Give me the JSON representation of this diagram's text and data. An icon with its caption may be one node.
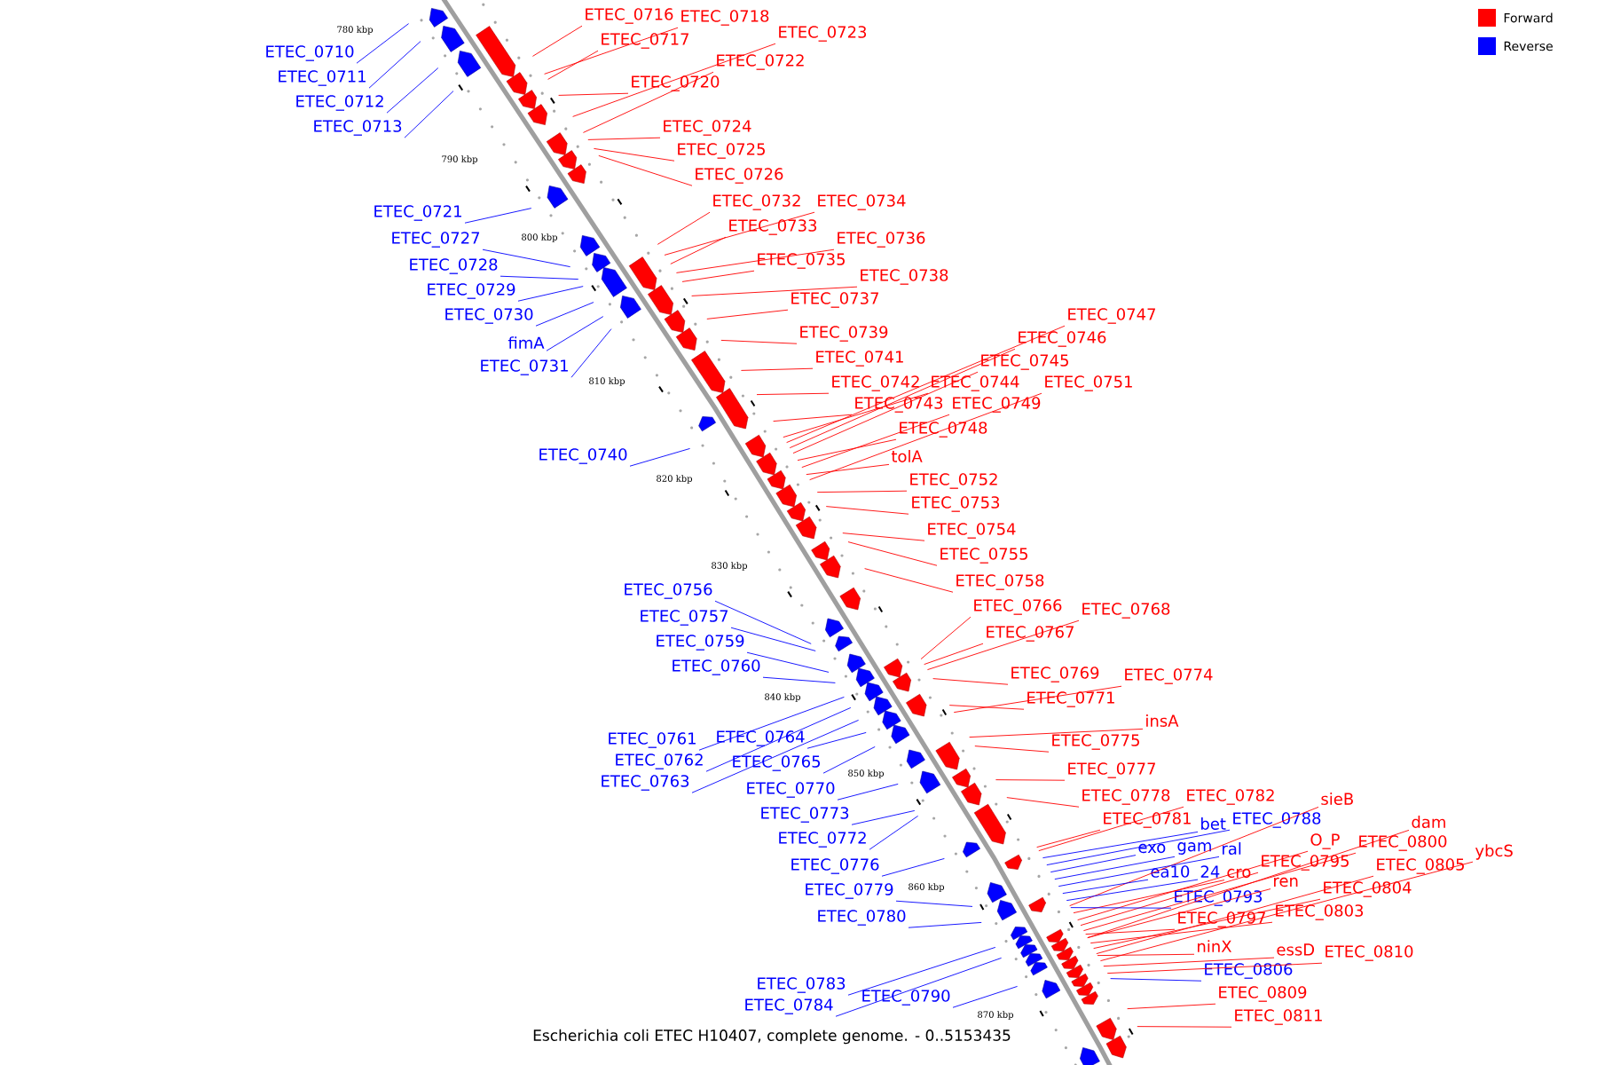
{
  "diagram": {
    "caption": "Escherichia coli ETEC H10407, complete genome. - 0..5153435",
    "nodes": [
      {
        "text": [
          "ETEC_0710"
        ]
      },
      {
        "text": [
          "ETEC_0711"
        ]
      },
      {
        "text": [
          "ETEC_0712"
        ]
      },
      {
        "text": [
          "ETEC_0713"
        ]
      },
      {
        "text": [
          "ETEC_0716"
        ]
      },
      {
        "text": [
          "ETEC_0718"
        ]
      },
      {
        "text": [
          "ETEC_0717"
        ]
      },
      {
        "text": [
          "ETEC_0723"
        ]
      },
      {
        "text": [
          "ETEC_0722"
        ]
      },
      {
        "text": [
          "ETEC_0720"
        ]
      },
      {
        "text": [
          "ETEC_0724"
        ]
      },
      {
        "text": [
          "ETEC_0725"
        ]
      },
      {
        "text": [
          "ETEC_0726"
        ]
      },
      {
        "text": [
          "ETEC_0721"
        ]
      },
      {
        "text": [
          "ETEC_0732"
        ]
      },
      {
        "text": [
          "ETEC_0734"
        ]
      },
      {
        "text": [
          "ETEC_0733"
        ]
      },
      {
        "text": [
          "ETEC_0736"
        ]
      },
      {
        "text": [
          "ETEC_0727"
        ]
      },
      {
        "text": [
          "ETEC_0735"
        ]
      },
      {
        "text": [
          "ETEC_0728"
        ]
      },
      {
        "text": [
          "ETEC_0738"
        ]
      },
      {
        "text": [
          "ETEC_0729"
        ]
      },
      {
        "text": [
          "ETEC_0737"
        ]
      },
      {
        "text": [
          "ETEC_0730"
        ]
      },
      {
        "text": [
          "ETEC_0747"
        ]
      },
      {
        "text": [
          "ETEC_0739"
        ]
      },
      {
        "text": [
          "ETEC_0746"
        ]
      },
      {
        "text": [
          "fimA"
        ]
      },
      {
        "text": [
          "ETEC_0741"
        ]
      },
      {
        "text": [
          "ETEC_0745"
        ]
      },
      {
        "text": [
          "ETEC_0731"
        ]
      },
      {
        "text": [
          "ETEC_0742"
        ]
      },
      {
        "text": [
          "ETEC_0744"
        ]
      },
      {
        "text": [
          "ETEC_0751"
        ]
      },
      {
        "text": [
          "ETEC_0743"
        ]
      },
      {
        "text": [
          "ETEC_0749"
        ]
      },
      {
        "text": [
          "ETEC_0748"
        ]
      },
      {
        "text": [
          "tolA"
        ]
      },
      {
        "text": [
          "ETEC_0740"
        ]
      },
      {
        "text": [
          "ETEC_0752"
        ]
      },
      {
        "text": [
          "ETEC_0753"
        ]
      },
      {
        "text": [
          "ETEC_0754"
        ]
      },
      {
        "text": [
          "ETEC_0755"
        ]
      },
      {
        "text": [
          "ETEC_0758"
        ]
      },
      {
        "text": [
          "ETEC_0756"
        ]
      },
      {
        "text": [
          "ETEC_0766"
        ]
      },
      {
        "text": [
          "ETEC_0768"
        ]
      },
      {
        "text": [
          "ETEC_0757"
        ]
      },
      {
        "text": [
          "ETEC_0767"
        ]
      },
      {
        "text": [
          "ETEC_0759"
        ]
      },
      {
        "text": [
          "ETEC_0760"
        ]
      },
      {
        "text": [
          "ETEC_0769"
        ]
      },
      {
        "text": [
          "ETEC_0774"
        ]
      },
      {
        "text": [
          "ETEC_0771"
        ]
      },
      {
        "text": [
          "insA"
        ]
      },
      {
        "text": [
          "ETEC_0761"
        ]
      },
      {
        "text": [
          "ETEC_0764"
        ]
      },
      {
        "text": [
          "ETEC_0775"
        ]
      },
      {
        "text": [
          "ETEC_0762"
        ]
      },
      {
        "text": [
          "ETEC_0765"
        ]
      },
      {
        "text": [
          "ETEC_0777"
        ]
      },
      {
        "text": [
          "ETEC_0763"
        ]
      },
      {
        "text": [
          "ETEC_0770"
        ]
      },
      {
        "text": [
          "ETEC_0778"
        ]
      },
      {
        "text": [
          "ETEC_0782"
        ]
      },
      {
        "text": [
          "sieB"
        ]
      },
      {
        "text": [
          "ETEC_0773"
        ]
      },
      {
        "text": [
          "bet"
        ]
      },
      {
        "text": [
          "ETEC_0788"
        ]
      },
      {
        "text": [
          "ETEC_0781"
        ]
      },
      {
        "text": [
          "dam"
        ]
      },
      {
        "text": [
          "ETEC_0772"
        ]
      },
      {
        "text": [
          "O_P"
        ]
      },
      {
        "text": [
          "ETEC_0800"
        ]
      },
      {
        "text": [
          "exo"
        ]
      },
      {
        "text": [
          "gam"
        ]
      },
      {
        "text": [
          "ral"
        ]
      },
      {
        "text": [
          "ybcS"
        ]
      },
      {
        "text": [
          "ETEC_0795"
        ]
      },
      {
        "text": [
          "ETEC_0776"
        ]
      },
      {
        "text": [
          "ETEC_0805"
        ]
      },
      {
        "text": [
          "ea10"
        ]
      },
      {
        "text": [
          "24"
        ]
      },
      {
        "text": [
          "cro"
        ]
      },
      {
        "text": [
          "ren"
        ]
      },
      {
        "text": [
          "ETEC_0804"
        ]
      },
      {
        "text": [
          "ETEC_0779"
        ]
      },
      {
        "text": [
          "ETEC_0793"
        ]
      },
      {
        "text": [
          "ETEC_0803"
        ]
      },
      {
        "text": [
          "ETEC_0780"
        ]
      },
      {
        "text": [
          "ETEC_0797"
        ]
      },
      {
        "text": [
          "ninX"
        ]
      },
      {
        "text": [
          "essD"
        ]
      },
      {
        "text": [
          "ETEC_0810"
        ]
      },
      {
        "text": [
          "ETEC_0806"
        ]
      },
      {
        "text": [
          "ETEC_0783"
        ]
      },
      {
        "text": [
          "ETEC_0809"
        ]
      },
      {
        "text": [
          "ETEC_0790"
        ]
      },
      {
        "text": [
          "ETEC_0784"
        ]
      },
      {
        "text": [
          "ETEC_0811"
        ]
      }
    ],
    "edges": [
      {
        "from": 0,
        "to": null,
        "arrow": "none",
        "color": "#0000ff"
      },
      {
        "from": 1,
        "to": null,
        "arrow": "none",
        "color": "#0000ff"
      },
      {
        "from": 2,
        "to": null,
        "arrow": "none",
        "color": "#0000ff"
      },
      {
        "from": 3,
        "to": null,
        "arrow": "none",
        "color": "#0000ff"
      },
      {
        "from": 4,
        "to": null,
        "arrow": "none"
      },
      {
        "from": 5,
        "to": null,
        "arrow": "none"
      },
      {
        "from": 6,
        "to": null,
        "arrow": "none"
      },
      {
        "from": 7,
        "to": null,
        "arrow": "none"
      },
      {
        "from": 8,
        "to": null,
        "arrow": "none"
      },
      {
        "from": 9,
        "to": null,
        "arrow": "none"
      },
      {
        "from": 10,
        "to": null,
        "arrow": "none"
      },
      {
        "from": 11,
        "to": null,
        "arrow": "none"
      },
      {
        "from": 12,
        "to": null,
        "arrow": "none"
      },
      {
        "from": 13,
        "to": null,
        "arrow": "none",
        "color": "#0000ff"
      },
      {
        "from": 14,
        "to": null,
        "arrow": "none"
      },
      {
        "from": 15,
        "to": null,
        "arrow": "none"
      },
      {
        "from": 16,
        "to": null,
        "arrow": "none"
      },
      {
        "from": 17,
        "to": null,
        "arrow": "none"
      },
      {
        "from": 18,
        "to": null,
        "arrow": "none",
        "color": "#0000ff"
      },
      {
        "from": 19,
        "to": null,
        "arrow": "none"
      },
      {
        "from": 20,
        "to": null,
        "arrow": "none",
        "color": "#0000ff"
      },
      {
        "from": 21,
        "to": null,
        "arrow": "none"
      },
      {
        "from": 22,
        "to": null,
        "arrow": "none",
        "color": "#0000ff"
      },
      {
        "from": 23,
        "to": null,
        "arrow": "none"
      },
      {
        "from": 24,
        "to": null,
        "arrow": "none",
        "color": "#0000ff"
      },
      {
        "from": 25,
        "to": null,
        "arrow": "none"
      },
      {
        "from": 26,
        "to": null,
        "arrow": "none"
      },
      {
        "from": 27,
        "to": null,
        "arrow": "none"
      },
      {
        "from": 28,
        "to": null,
        "arrow": "none",
        "color": "#0000ff"
      },
      {
        "from": 29,
        "to": null,
        "arrow": "none"
      },
      {
        "from": 30,
        "to": null,
        "arrow": "none"
      },
      {
        "from": 31,
        "to": null,
        "arrow": "none",
        "color": "#0000ff"
      },
      {
        "from": 32,
        "to": null,
        "arrow": "none"
      },
      {
        "from": 33,
        "to": null,
        "arrow": "none"
      },
      {
        "from": 34,
        "to": null,
        "arrow": "none"
      },
      {
        "from": 35,
        "to": null,
        "arrow": "none"
      },
      {
        "from": 36,
        "to": null,
        "arrow": "none"
      },
      {
        "from": 37,
        "to": null,
        "arrow": "none"
      },
      {
        "from": 38,
        "to": null,
        "arrow": "none"
      },
      {
        "from": 39,
        "to": null,
        "arrow": "none",
        "color": "#0000ff"
      },
      {
        "from": 40,
        "to": null,
        "arrow": "none"
      },
      {
        "from": 41,
        "to": null,
        "arrow": "none"
      },
      {
        "from": 42,
        "to": null,
        "arrow": "none"
      },
      {
        "from": 43,
        "to": null,
        "arrow": "none"
      },
      {
        "from": 44,
        "to": null,
        "arrow": "none"
      },
      {
        "from": 45,
        "to": null,
        "arrow": "none",
        "color": "#0000ff"
      },
      {
        "from": 46,
        "to": null,
        "arrow": "none"
      },
      {
        "from": 47,
        "to": null,
        "arrow": "none"
      },
      {
        "from": 48,
        "to": null,
        "arrow": "none",
        "color": "#0000ff"
      },
      {
        "from": 49,
        "to": null,
        "arrow": "none"
      },
      {
        "from": 50,
        "to": null,
        "arrow": "none",
        "color": "#0000ff"
      },
      {
        "from": 51,
        "to": null,
        "arrow": "none",
        "color": "#0000ff"
      },
      {
        "from": 52,
        "to": null,
        "arrow": "none"
      },
      {
        "from": 53,
        "to": null,
        "arrow": "none"
      },
      {
        "from": 54,
        "to": null,
        "arrow": "none"
      },
      {
        "from": 55,
        "to": null,
        "arrow": "none"
      },
      {
        "from": 56,
        "to": null,
        "arrow": "none",
        "color": "#0000ff"
      },
      {
        "from": 57,
        "to": null,
        "arrow": "none",
        "color": "#0000ff"
      },
      {
        "from": 58,
        "to": null,
        "arrow": "none"
      },
      {
        "from": 59,
        "to": null,
        "arrow": "none",
        "color": "#0000ff"
      },
      {
        "from": 60,
        "to": null,
        "arrow": "none",
        "color": "#0000ff"
      },
      {
        "from": 61,
        "to": null,
        "arrow": "none"
      },
      {
        "from": 62,
        "to": null,
        "arrow": "none",
        "color": "#0000ff"
      },
      {
        "from": 63,
        "to": null,
        "arrow": "none",
        "color": "#0000ff"
      },
      {
        "from": 64,
        "to": null,
        "arrow": "none"
      },
      {
        "from": 65,
        "to": null,
        "arrow": "none"
      },
      {
        "from": 66,
        "to": null,
        "arrow": "none"
      },
      {
        "from": 67,
        "to": null,
        "arrow": "none",
        "color": "#0000ff"
      },
      {
        "from": 68,
        "to": null,
        "arrow": "none",
        "color": "#0000ff"
      },
      {
        "from": 69,
        "to": null,
        "arrow": "none",
        "color": "#0000ff"
      },
      {
        "from": 70,
        "to": null,
        "arrow": "none"
      },
      {
        "from": 71,
        "to": null,
        "arrow": "none"
      },
      {
        "from": 72,
        "to": null,
        "arrow": "none",
        "color": "#0000ff"
      },
      {
        "from": 73,
        "to": null,
        "arrow": "none"
      },
      {
        "from": 74,
        "to": null,
        "arrow": "none"
      },
      {
        "from": 75,
        "to": null,
        "arrow": "none",
        "color": "#0000ff"
      },
      {
        "from": 76,
        "to": null,
        "arrow": "none",
        "color": "#0000ff"
      },
      {
        "from": 77,
        "to": null,
        "arrow": "none",
        "color": "#0000ff"
      },
      {
        "from": 78,
        "to": null,
        "arrow": "none"
      },
      {
        "from": 79,
        "to": null,
        "arrow": "none"
      },
      {
        "from": 80,
        "to": null,
        "arrow": "none",
        "color": "#0000ff"
      },
      {
        "from": 81,
        "to": null,
        "arrow": "none"
      },
      {
        "from": 82,
        "to": null,
        "arrow": "none",
        "color": "#0000ff"
      },
      {
        "from": 83,
        "to": null,
        "arrow": "none",
        "color": "#0000ff"
      },
      {
        "from": 84,
        "to": null,
        "arrow": "none"
      },
      {
        "from": 85,
        "to": null,
        "arrow": "none"
      },
      {
        "from": 86,
        "to": null,
        "arrow": "none"
      },
      {
        "from": 87,
        "to": null,
        "arrow": "none",
        "color": "#0000ff"
      },
      {
        "from": 88,
        "to": null,
        "arrow": "none",
        "color": "#0000ff"
      },
      {
        "from": 89,
        "to": null,
        "arrow": "none"
      },
      {
        "from": 90,
        "to": null,
        "arrow": "none",
        "color": "#0000ff"
      },
      {
        "from": 91,
        "to": null,
        "arrow": "none"
      },
      {
        "from": 92,
        "to": null,
        "arrow": "none"
      },
      {
        "from": 93,
        "to": null,
        "arrow": "none"
      },
      {
        "from": 94,
        "to": null,
        "arrow": "none"
      },
      {
        "from": 95,
        "to": null,
        "arrow": "none",
        "color": "#0000ff"
      },
      {
        "from": 96,
        "to": null,
        "arrow": "none",
        "color": "#0000ff"
      },
      {
        "from": 97,
        "to": null,
        "arrow": "none"
      },
      {
        "from": 98,
        "to": null,
        "arrow": "none",
        "color": "#0000ff"
      },
      {
        "from": 99,
        "to": null,
        "arrow": "none",
        "color": "#0000ff"
      },
      {
        "from": 100,
        "to": null,
        "arrow": "none"
      }
    ],
    "labels": [
      "780 kbp",
      "790 kbp",
      "800 kbp",
      "810 kbp",
      "820 kbp",
      "830 kbp",
      "840 kbp",
      "850 kbp",
      "860 kbp",
      "870 kbp"
    ],
    "legend": [
      {
        "text": "Forward",
        "color": "#ff0000"
      },
      {
        "text": "Reverse",
        "color": "#0000ff"
      }
    ]
  }
}
